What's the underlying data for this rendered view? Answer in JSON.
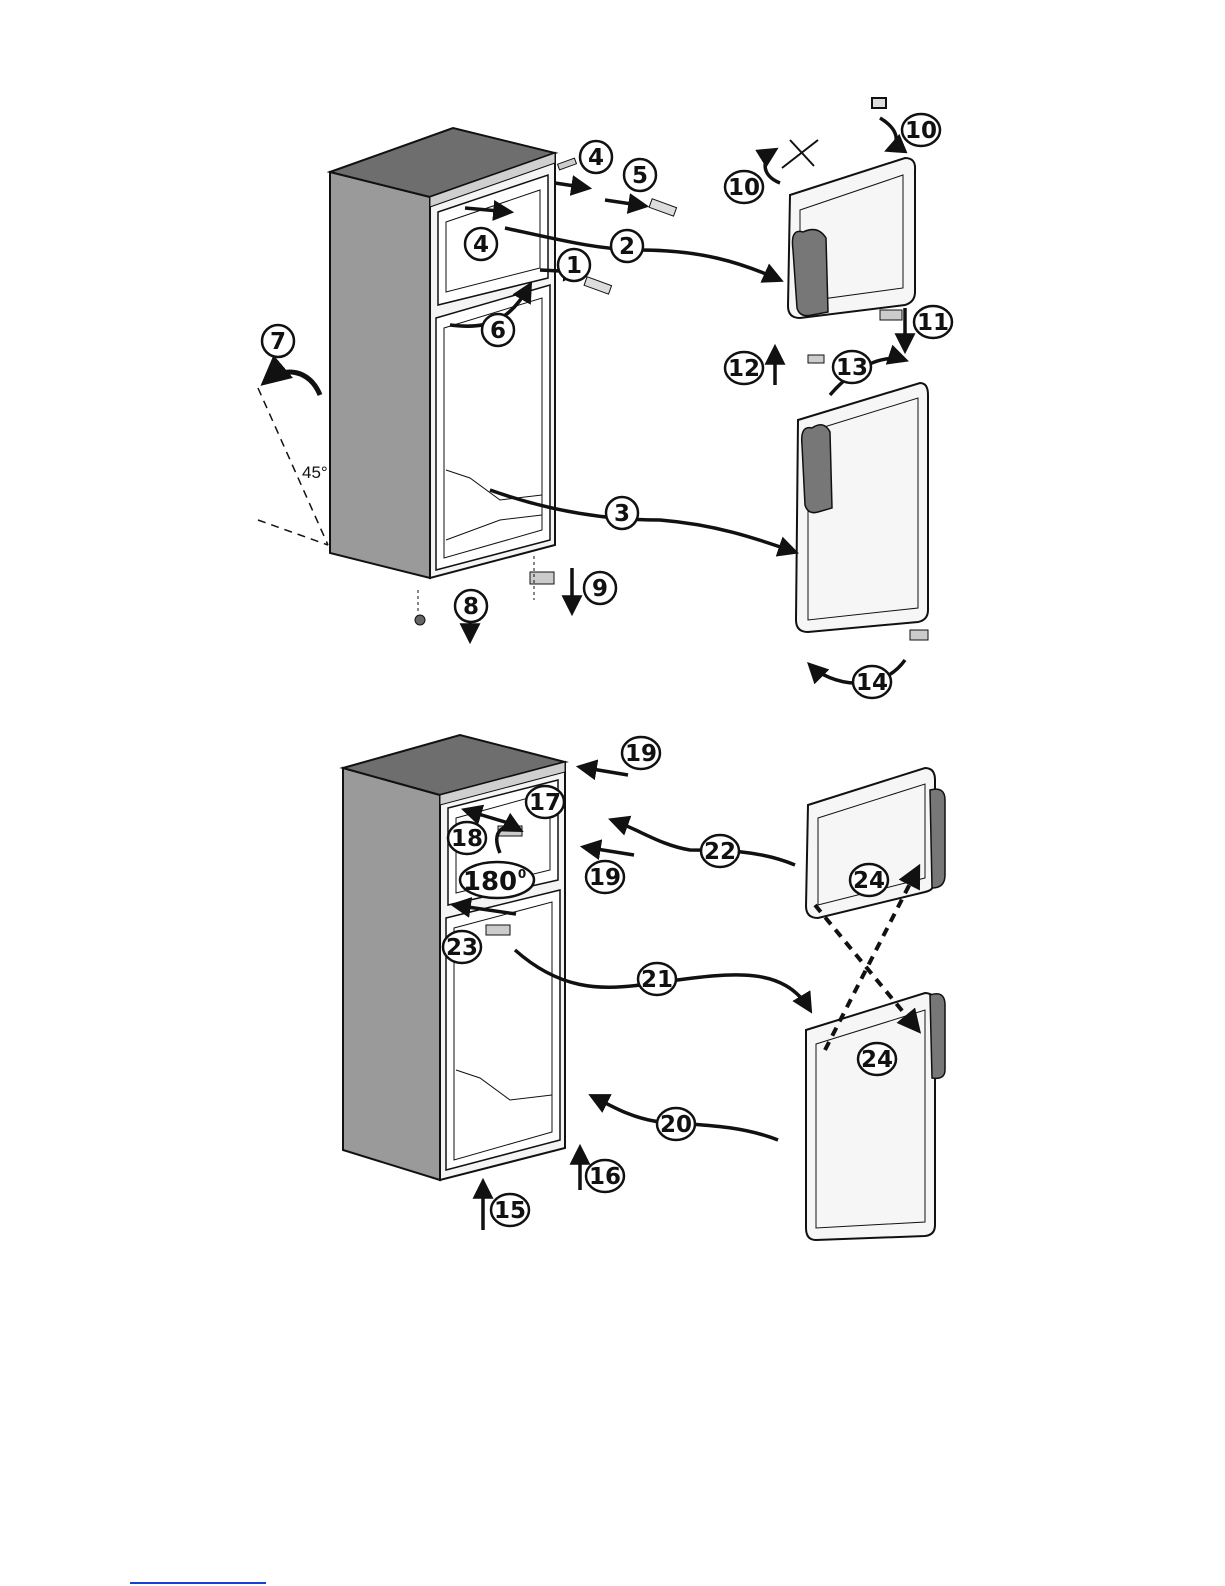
{
  "diagram": {
    "angle_label": "45°",
    "rotation_label": "180",
    "rotation_unit": "0",
    "callouts": [
      "1",
      "2",
      "3",
      "4",
      "4",
      "5",
      "6",
      "7",
      "8",
      "9",
      "10",
      "10",
      "11",
      "12",
      "13",
      "14",
      "15",
      "16",
      "17",
      "18",
      "19",
      "19",
      "20",
      "21",
      "22",
      "23",
      "24",
      "24"
    ],
    "footer_link_text": ""
  },
  "colors": {
    "line": "#111111",
    "cabinet_side": "#9a9a9a",
    "cabinet_top": "#6e6e6e",
    "handle": "#777777",
    "dashed_arrow": "#111111",
    "footer_link": "#1a3fd6"
  }
}
